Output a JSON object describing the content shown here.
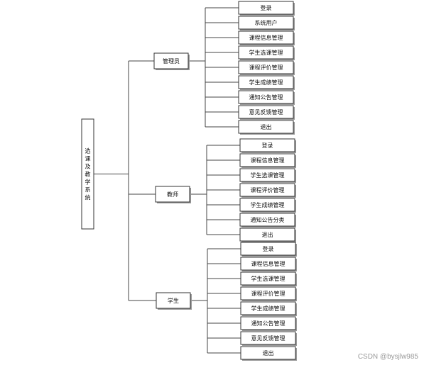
{
  "root": {
    "label": "选课及教学系统"
  },
  "groups": [
    {
      "label": "管理员",
      "children": [
        "登录",
        "系统用户",
        "课程信息管理",
        "学生选课管理",
        "课程评价管理",
        "学生成绩管理",
        "通知公告管理",
        "意见反馈管理",
        "退出"
      ]
    },
    {
      "label": "教师",
      "children": [
        "登录",
        "课程信息管理",
        "学生选课管理",
        "课程评价管理",
        "学生成绩管理",
        "通知公告分类",
        "退出"
      ]
    },
    {
      "label": "学生",
      "children": [
        "登录",
        "课程信息管理",
        "学生选课管理",
        "课程评价管理",
        "学生成绩管理",
        "通知公告管理",
        "意见反馈管理",
        "退出"
      ]
    }
  ],
  "watermark": "CSDN @bysjlw985"
}
